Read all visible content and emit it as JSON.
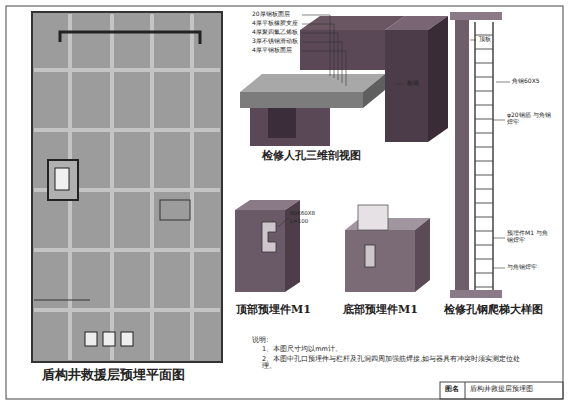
{
  "diagram": {
    "labels": [
      "盾构井救援层预埋平面图",
      "检修人孔三维剖视图",
      "顶部预埋件M1",
      "底部预埋件M1",
      "检修孔钢爬梯大样图",
      "20厚钢板面层",
      "4厚平板橡胶支座",
      "4厚聚四氟乙烯板",
      "3厚不锈钢滑动板",
      "4厚平钢板面层",
      "板墙",
      "顶板",
      "角钢60X5",
      "φ20钢筋 与角钢焊牢",
      "预埋件M1 与角钢焊牢",
      "与角钢焊牢",
      "80X60X8",
      "L=100",
      "说明:",
      "1、本图尺寸均以mm计。",
      "2、本图中孔口预埋件与栏杆及孔洞四周加强筋焊接,如与器具有冲突时须实测定位处理。",
      "图名",
      "盾构井救援层预埋图"
    ]
  }
}
